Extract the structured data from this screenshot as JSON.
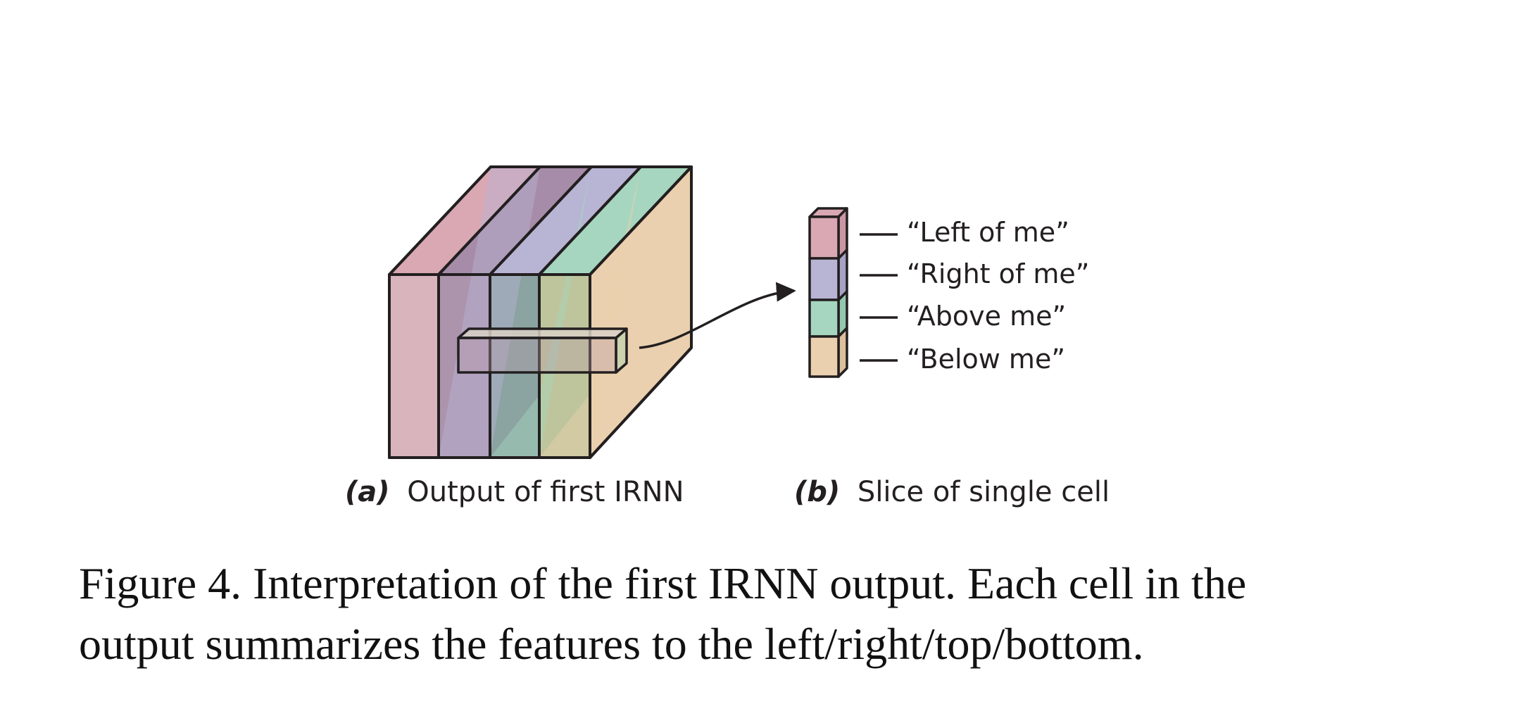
{
  "panels": {
    "a": {
      "tag": "(a)",
      "text": "Output of first IRNN"
    },
    "b": {
      "tag": "(b)",
      "text": "Slice of single cell"
    }
  },
  "cell_labels": [
    "“Left of me”",
    "“Right of me”",
    "“Above me”",
    "“Below me”"
  ],
  "colors": {
    "left": "#d9a8b2",
    "right": "#b8b4d4",
    "above": "#a6d6bf",
    "below": "#ead0ae",
    "outline": "#231f20"
  },
  "caption": {
    "line1": "Figure 4. Interpretation of the first IRNN output. Each cell in the",
    "line2": "output summarizes the features to the left/right/top/bottom."
  }
}
